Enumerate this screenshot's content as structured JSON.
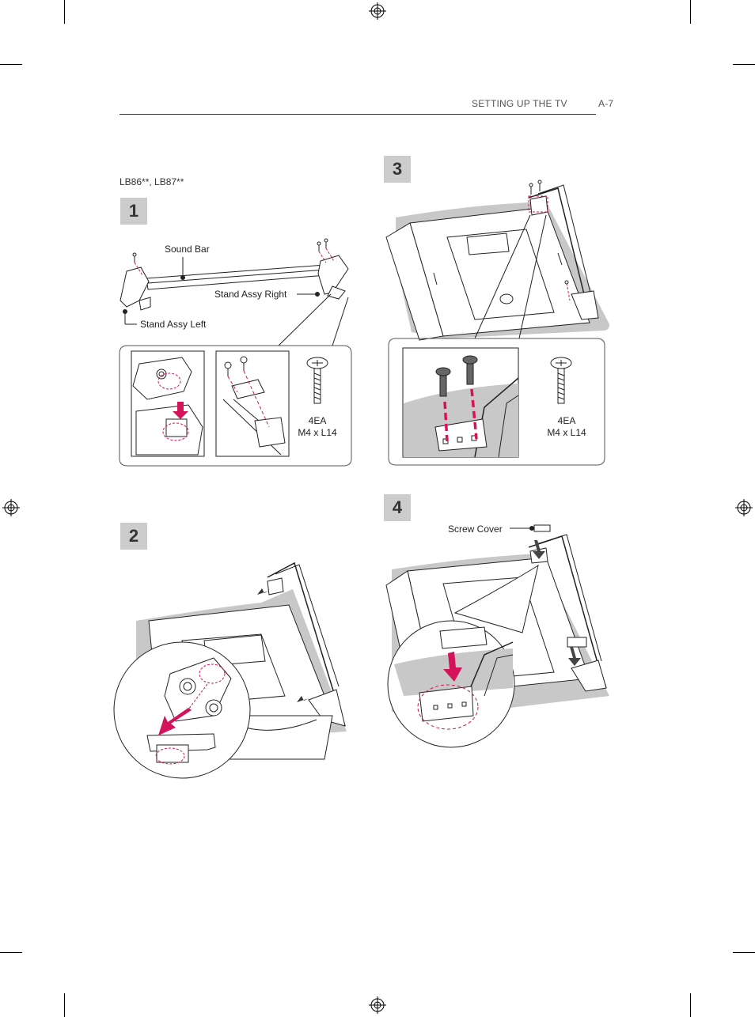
{
  "header": {
    "section": "SETTING UP THE TV",
    "page": "A-7"
  },
  "model_note": "LB86**, LB87**",
  "steps": {
    "s1": {
      "number": "1",
      "labels": {
        "sound_bar": "Sound Bar",
        "stand_right": "Stand Assy Right",
        "stand_left": "Stand Assy Left"
      },
      "screw_qty": "4EA",
      "screw_size": "M4 x L14"
    },
    "s2": {
      "number": "2"
    },
    "s3": {
      "number": "3",
      "screw_qty": "4EA",
      "screw_size": "M4 x L14"
    },
    "s4": {
      "number": "4",
      "labels": {
        "screw_cover": "Screw Cover"
      }
    }
  },
  "colors": {
    "accent": "#d4145a",
    "step_box": "#cccccc",
    "shade": "#c8c8c8"
  }
}
